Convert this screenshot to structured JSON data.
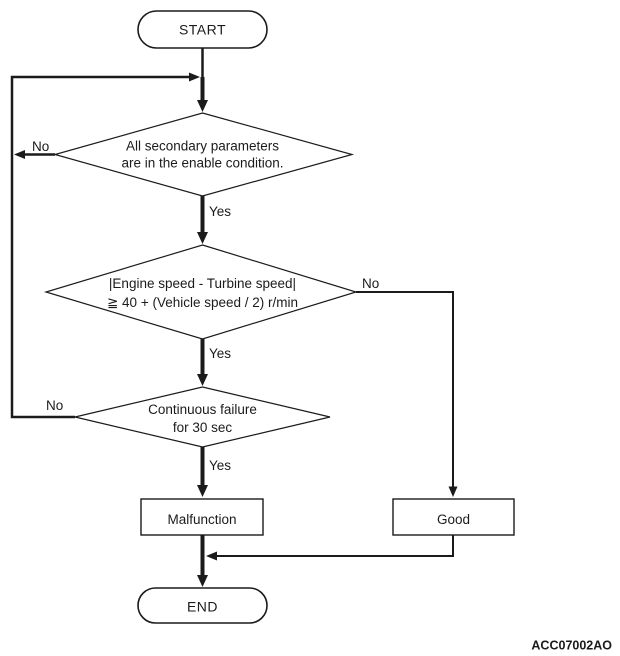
{
  "diagram": {
    "caption": "ACC07002AO",
    "nodes": {
      "start": {
        "label": "START"
      },
      "check_enable": {
        "line1": "All secondary parameters",
        "line2": "are in the enable condition."
      },
      "check_speed": {
        "line1": "|Engine speed - Turbine speed|",
        "line2": "≧ 40 + (Vehicle speed / 2) r/min"
      },
      "check_duration": {
        "line1": "Continuous failure",
        "line2": "for 30 sec"
      },
      "malfunction": {
        "label": "Malfunction"
      },
      "good": {
        "label": "Good"
      },
      "end": {
        "label": "END"
      }
    },
    "edge_labels": {
      "check_enable_no": "No",
      "check_enable_yes": "Yes",
      "check_speed_no": "No",
      "check_speed_yes": "Yes",
      "check_duration_no": "No",
      "check_duration_yes": "Yes"
    }
  }
}
